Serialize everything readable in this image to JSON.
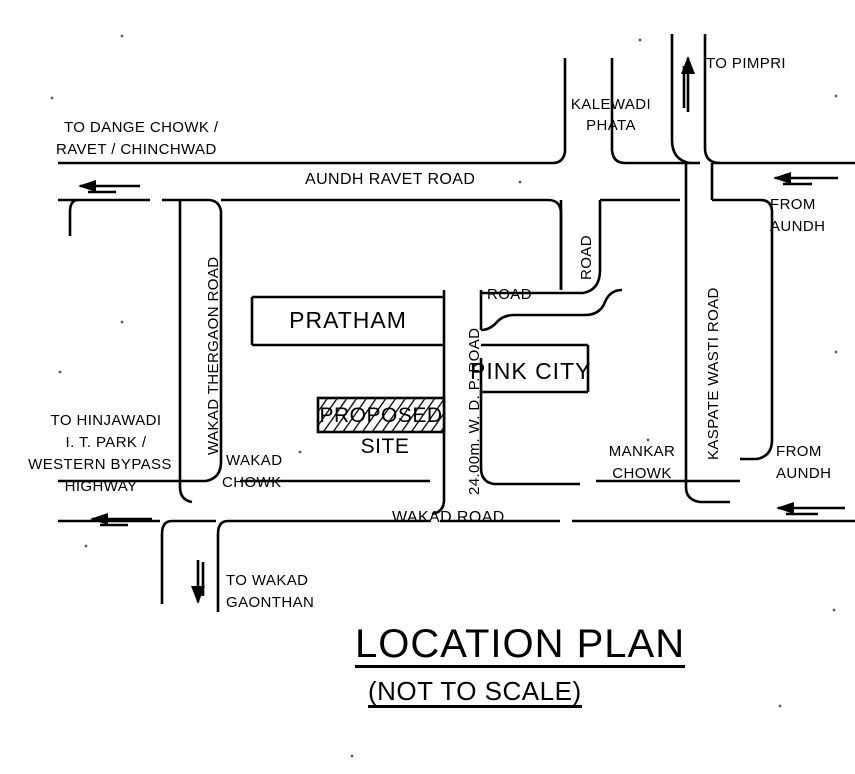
{
  "document": {
    "type": "location-plan-drawing",
    "title": "LOCATION PLAN",
    "subtitle": "(NOT TO SCALE)",
    "background_color": "#ffffff",
    "ink_color": "#000000"
  },
  "roads": {
    "aundh_ravet_road": "AUNDH RAVET ROAD",
    "wakad_road": "WAKAD ROAD",
    "wakad_thergaon_road": "WAKAD THERGAON ROAD",
    "dp_road": "24.00m. W. D. P. ROAD",
    "kaspate_wasti_road": "KASPATE WASTI ROAD",
    "inner_road_vertical": "ROAD",
    "inner_road_horizontal": "ROAD"
  },
  "plots": {
    "pratham": "PRATHAM",
    "pink_city": "PINK CITY",
    "proposed": "PROPOSED",
    "site": "SITE"
  },
  "junctions": {
    "kalewadi_phata_line1": "KALEWADI",
    "kalewadi_phata_line2": "PHATA",
    "wakad_chowk_line1": "WAKAD",
    "wakad_chowk_line2": "CHOWK",
    "mankar_chowk_line1": "MANKAR",
    "mankar_chowk_line2": "CHOWK"
  },
  "directions": {
    "to_pimpri": "TO PIMPRI",
    "to_dange_chowk_line1": "TO DANGE CHOWK /",
    "to_dange_chowk_line2": "RAVET / CHINCHWAD",
    "to_hinjawadi_line1": "TO HINJAWADI",
    "to_hinjawadi_line2": "I. T. PARK /",
    "to_hinjawadi_line3": "WESTERN BYPASS",
    "to_hinjawadi_line4": "HIGHWAY",
    "from_aundh_top_line1": "FROM",
    "from_aundh_top_line2": "AUNDH",
    "from_aundh_bottom_line1": "FROM",
    "from_aundh_bottom_line2": "AUNDH",
    "to_wakad_gaonthan_line1": "TO WAKAD",
    "to_wakad_gaonthan_line2": "GAONTHAN"
  },
  "arrows": {
    "pimpri_arrow": "arrow-up-icon",
    "dange_chowk_arrow": "arrow-left-icon",
    "hinjawadi_arrow": "arrow-left-icon",
    "aundh_top_arrow": "arrow-left-icon",
    "aundh_bottom_arrow": "arrow-left-icon",
    "wakad_gaonthan_arrow": "arrow-down-icon"
  }
}
